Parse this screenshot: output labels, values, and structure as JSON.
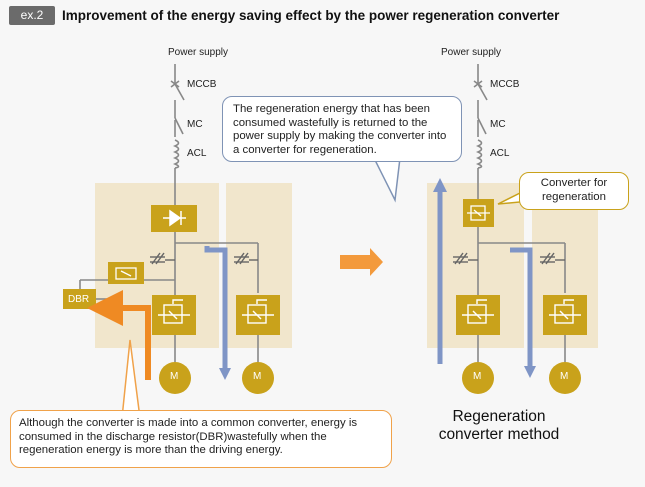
{
  "header": {
    "badge": "ex.2",
    "title": "Improvement of the energy saving effect by the power regeneration converter"
  },
  "labels": {
    "power_supply": "Power supply",
    "mccb": "MCCB",
    "mc": "MC",
    "acl": "ACL",
    "dbr": "DBR",
    "motor": "M"
  },
  "callouts": {
    "top": "The regeneration energy that has been consumed wastefully is returned to the power supply by making the converter into a converter for regeneration.",
    "converter": "Converter for regeneration",
    "bottom": "Although the converter is made into a common converter, energy is consumed in the discharge resistor(DBR)wastefully when the regeneration energy is more than the driving energy."
  },
  "caption": "Regeneration converter method",
  "colors": {
    "component": "#c9a21b",
    "panel": "#f1e6cc",
    "flow_arrow": "#7f95c6",
    "waste_arrow": "#ef8a23"
  }
}
